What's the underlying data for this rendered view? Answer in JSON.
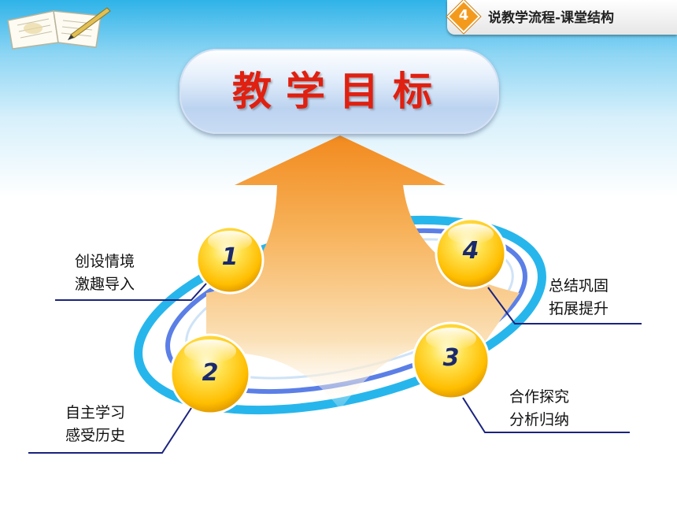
{
  "header": {
    "badge_number": "4",
    "title": "说教学流程-课堂结构"
  },
  "goal": {
    "title": "教学目标"
  },
  "steps": [
    {
      "number": "1",
      "lines": [
        "创设情境",
        "激趣导入"
      ]
    },
    {
      "number": "2",
      "lines": [
        "自主学习",
        "感受历史"
      ]
    },
    {
      "number": "3",
      "lines": [
        "合作探究",
        "分析归纳"
      ]
    },
    {
      "number": "4",
      "lines": [
        "总结巩固",
        "拓展提升"
      ]
    }
  ],
  "colors": {
    "header_top": "#2fb3e8",
    "goal_text": "#e02010",
    "arrow": "#f7a53a",
    "ring_outer": "#27b6ec",
    "ring_inner": "#5b7fe6",
    "ball": "#ffc400",
    "step_number": "#1a2a6c"
  }
}
